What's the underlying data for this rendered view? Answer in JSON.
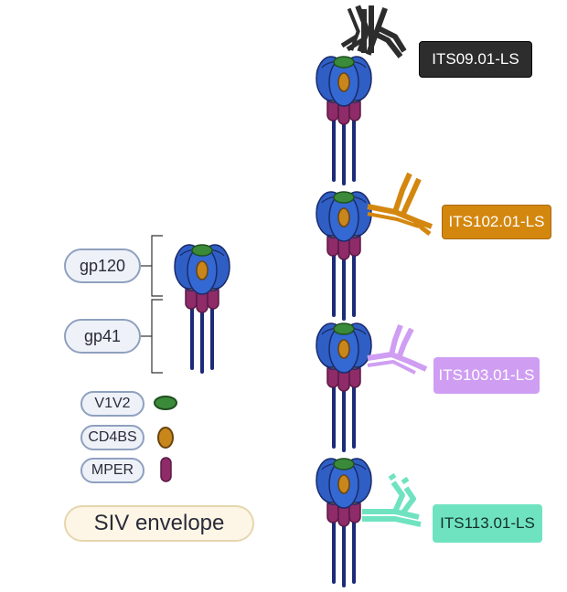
{
  "diagram_title": "SIV envelope",
  "legend": {
    "regions": [
      {
        "label": "gp120"
      },
      {
        "label": "gp41"
      }
    ],
    "epitopes": [
      {
        "label": "V1V2",
        "color": "#3a8a3a",
        "icon": "green-oval-icon"
      },
      {
        "label": "CD4BS",
        "color": "#c9861b",
        "icon": "orange-oval-icon"
      },
      {
        "label": "MPER",
        "color": "#8e2b68",
        "icon": "magenta-capsule-icon"
      }
    ]
  },
  "antibodies": [
    {
      "label": "ITS09.01-LS",
      "color": "#2d2d2d",
      "target": "V1V2"
    },
    {
      "label": "ITS102.01-LS",
      "color": "#d4870f",
      "target": "CD4BS"
    },
    {
      "label": "ITS103.01-LS",
      "color": "#cf9ef3",
      "target": "CD4BS"
    },
    {
      "label": "ITS113.01-LS",
      "color": "#6fe3c0",
      "target": "MPER"
    }
  ],
  "colors": {
    "env_body": "#2f5fc4",
    "env_outline": "#1b2a6b",
    "stalk": "#1c2a78"
  }
}
